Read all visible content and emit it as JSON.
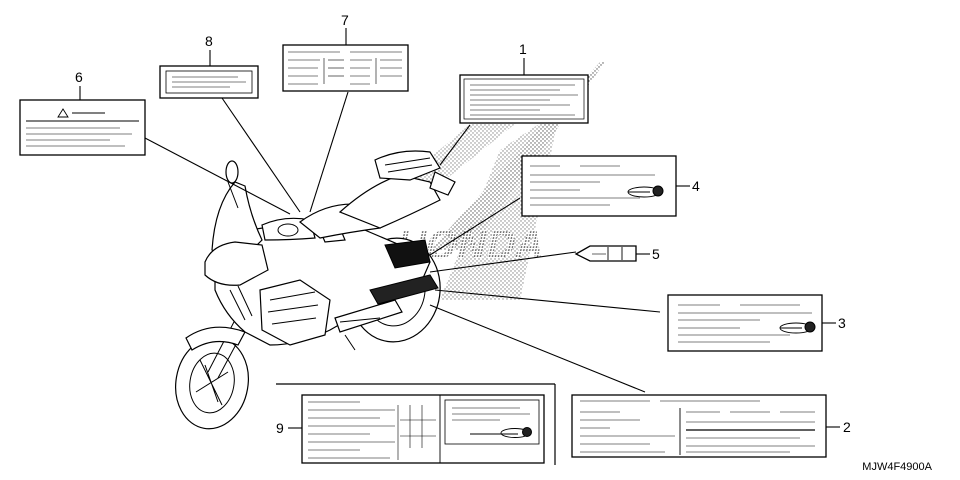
{
  "diagram": {
    "code": "MJW4F4900A",
    "callouts": [
      {
        "id": "1",
        "label": "1"
      },
      {
        "id": "2",
        "label": "2"
      },
      {
        "id": "3",
        "label": "3"
      },
      {
        "id": "4",
        "label": "4"
      },
      {
        "id": "5",
        "label": "5"
      },
      {
        "id": "6",
        "label": "6"
      },
      {
        "id": "7",
        "label": "7"
      },
      {
        "id": "8",
        "label": "8"
      },
      {
        "id": "9",
        "label": "9"
      }
    ],
    "icons": [
      "warning-triangle-icon",
      "arrow-pointer-icon",
      "honda-wing-watermark"
    ]
  }
}
